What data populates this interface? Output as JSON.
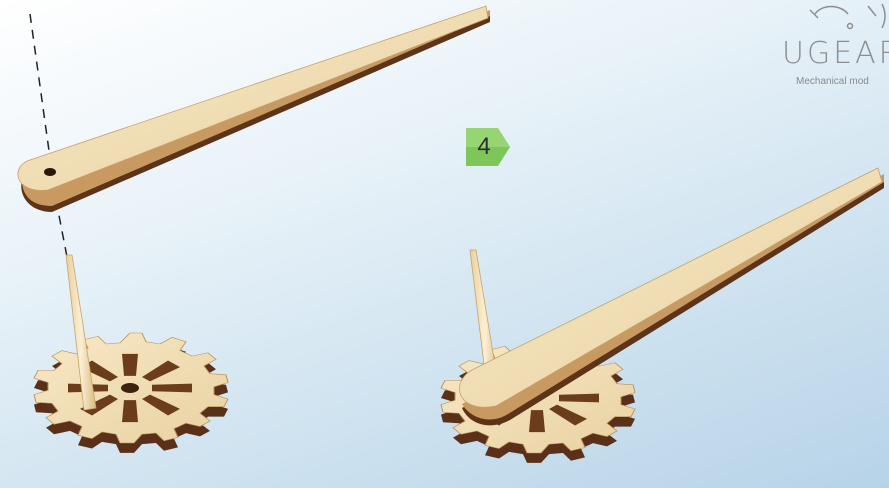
{
  "brand": {
    "logo_text": "UGEAR",
    "tagline": "Mechanical mod"
  },
  "step": {
    "number": "4",
    "badge_color": "#7ec65a"
  },
  "colors": {
    "wood_face": "#f3dfb5",
    "wood_edge": "#6b3d1c",
    "background": "#c9dfee"
  },
  "illustration": {
    "left_panel": [
      "pointer-arm-separate",
      "gear-with-peg",
      "alignment-guide-line"
    ],
    "right_panel": [
      "pointer-arm-assembled-on-peg",
      "gear-with-peg"
    ]
  }
}
